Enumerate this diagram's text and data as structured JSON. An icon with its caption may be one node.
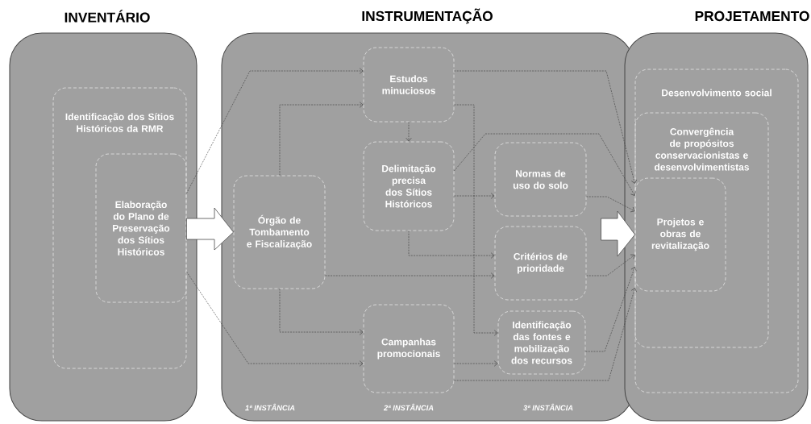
{
  "diagram": {
    "nodes": [
      {
        "text": [
          "INVENTÁRIO"
        ]
      },
      {
        "text": [
          "Identificação dos Sítios Históricos da RMR"
        ],
        "in": 0
      },
      {
        "text": [
          "Elaboração do Plano de Preservação dos Sítios Históricos"
        ],
        "in": 1
      },
      {
        "text": [
          "INSTRUMENTAÇÃO"
        ]
      },
      {
        "text": [
          "Órgão de Tombamento e Fiscalização"
        ],
        "in": 3
      },
      {
        "text": [
          "Estudos minuciosos"
        ],
        "in": 3
      },
      {
        "text": [
          "Delimitação precisa dos Sítios Históricos"
        ],
        "in": 3
      },
      {
        "text": [
          "Campanhas promocionais"
        ],
        "in": 3
      },
      {
        "text": [
          "Normas de uso do solo"
        ],
        "in": 3
      },
      {
        "text": [
          "Critérios de prioridade"
        ],
        "in": 3
      },
      {
        "text": [
          "Identificação das fontes e mobilização dos recursos"
        ],
        "in": 3
      },
      {
        "text": [
          "PROJETAMENTO"
        ]
      },
      {
        "text": [
          "Desenvolvimento social"
        ],
        "in": 11
      },
      {
        "text": [
          "Convergência de propósitos conservacionistas e desenvolvimentistas"
        ],
        "in": 12
      },
      {
        "text": [
          "Projetos e obras de revitalização"
        ],
        "in": 13
      }
    ],
    "edges": [
      {
        "from": 2,
        "to": 5,
        "arrow": "to"
      },
      {
        "from": 2,
        "to": 7,
        "arrow": "to"
      },
      {
        "from": 2,
        "to": 4,
        "arrow": "to",
        "style": "thick"
      },
      {
        "from": 4,
        "to": 5,
        "arrow": "to"
      },
      {
        "from": 4,
        "to": 7,
        "arrow": "to"
      },
      {
        "from": 4,
        "to": 9,
        "arrow": "to"
      },
      {
        "from": 5,
        "to": 6,
        "arrow": "to"
      },
      {
        "from": 5,
        "to": 14,
        "arrow": "to"
      },
      {
        "from": 5,
        "to": 10,
        "arrow": "to"
      },
      {
        "from": 6,
        "to": 8,
        "arrow": "to"
      },
      {
        "from": 6,
        "to": 9,
        "arrow": "to"
      },
      {
        "from": 6,
        "to": 14,
        "arrow": "to"
      },
      {
        "from": 7,
        "to": 10,
        "arrow": "to"
      },
      {
        "from": 7,
        "to": 14,
        "arrow": "to"
      },
      {
        "from": 8,
        "to": 14,
        "arrow": "to"
      },
      {
        "from": 9,
        "to": 14,
        "arrow": "to"
      },
      {
        "from": 10,
        "to": 14,
        "arrow": "to"
      },
      {
        "from": 3,
        "to": 14,
        "arrow": "to",
        "style": "thick"
      }
    ],
    "labels": [
      "1ª INSTÂNCIA",
      "2ª INSTÂNCIA",
      "3ª INSTÂNCIA"
    ]
  }
}
